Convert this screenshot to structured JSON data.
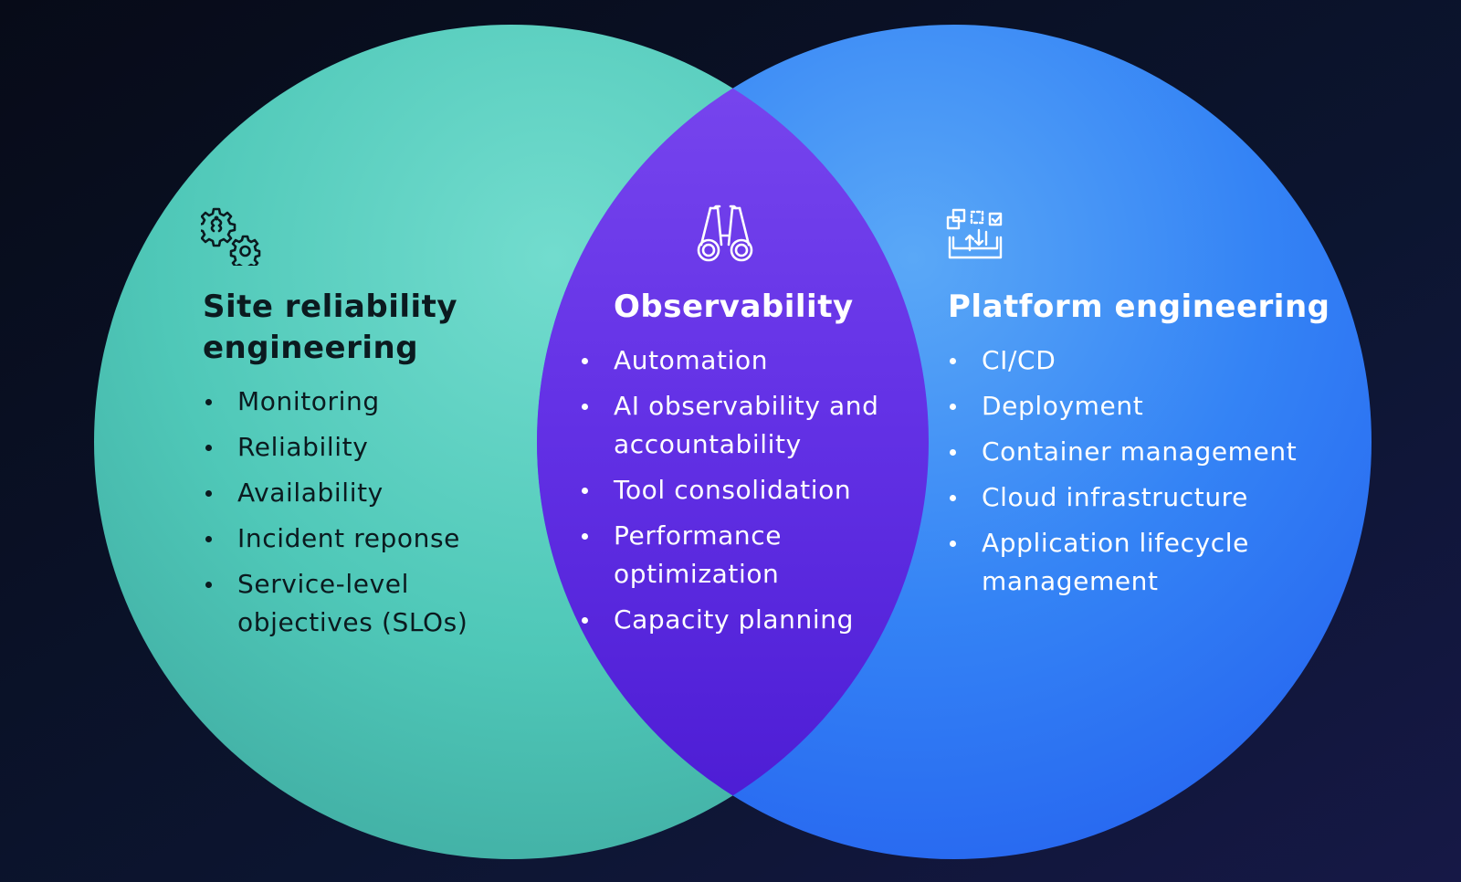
{
  "colors": {
    "background": "#0b1226",
    "sre_circle": "#5ccfc0",
    "platform_circle": "#3a86f5",
    "overlap": "#6a2ee8",
    "dark_text": "#0b1a1f",
    "light_text": "#ffffff"
  },
  "sre": {
    "icon": "gears-icon",
    "title_line1": "Site reliability",
    "title_line2": "engineering",
    "items": [
      "Monitoring",
      "Reliability",
      "Availability",
      "Incident reponse",
      "Service-level objectives (SLOs)"
    ]
  },
  "observability": {
    "icon": "binoculars-icon",
    "title": "Observability",
    "items": [
      "Automation",
      "AI observability and accountability",
      "Tool consolidation",
      "Performance optimization",
      "Capacity planning"
    ]
  },
  "platform": {
    "icon": "deployment-platform-icon",
    "title": "Platform engineering",
    "items": [
      "CI/CD",
      "Deployment",
      "Container management",
      "Cloud infrastructure",
      "Application lifecycle management"
    ]
  }
}
